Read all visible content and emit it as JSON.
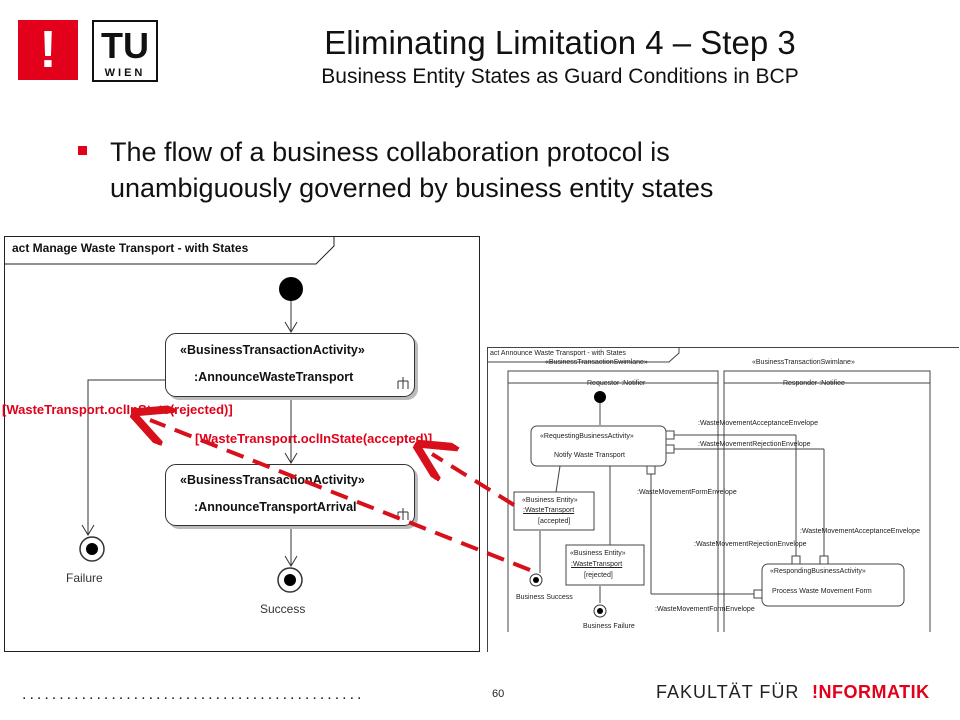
{
  "header": {
    "logo_exclaim": "!",
    "logo_tu": "TU",
    "logo_wien": "WIEN",
    "title": "Eliminating Limitation 4 – Step 3",
    "subtitle": "Business Entity States as Guard Conditions in BCP"
  },
  "bullet": {
    "line1": "The flow of a business collaboration protocol is",
    "line2": "unambiguously governed by business entity states"
  },
  "left_diagram": {
    "frame_title": "act Manage Waste Transport - with States",
    "activity1": {
      "stereotype": "«BusinessTransactionActivity»",
      "name": ":AnnounceWasteTransport"
    },
    "activity2": {
      "stereotype": "«BusinessTransactionActivity»",
      "name": ":AnnounceTransportArrival"
    },
    "guard_rejected": "[WasteTransport.oclInState(rejected)]",
    "guard_accepted": "[WasteTransport.oclInState(accepted)]",
    "final_failure": "Failure",
    "final_success": "Success"
  },
  "right_diagram": {
    "frame_title": "act Announce Waste Transport - with States",
    "swimlane_stereo_1": "«BusinessTransactionSwimlane»",
    "swimlane_stereo_2": "«BusinessTransactionSwimlane»",
    "lane_requestor": "Requestor :Notifier",
    "lane_responder": "Responder :Notifiee",
    "requesting_stereo": "«RequestingBusinessActivity»",
    "requesting_name": "Notify Waste Transport",
    "responding_stereo": "«RespondingBusinessActivity»",
    "responding_name": "Process Waste Movement Form",
    "entity_accepted": {
      "stereo": "«Business Entity»",
      "name": ":WasteTransport",
      "state": "[accepted]"
    },
    "entity_rejected": {
      "stereo": "«Business Entity»",
      "name": ":WasteTransport",
      "state": "[rejected]"
    },
    "env_accept_1": ":WasteMovementAcceptanceEnvelope",
    "env_reject_1": ":WasteMovementRejectionEnvelope",
    "env_form_1": ":WasteMovementFormEnvelope",
    "env_accept_2": ":WasteMovementAcceptanceEnvelope",
    "env_reject_2": ":WasteMovementRejectionEnvelope",
    "env_form_2": ":WasteMovementFormEnvelope",
    "final_success": "Business Success",
    "final_failure": "Business Failure"
  },
  "footer": {
    "dots": "..............................................",
    "page": "60",
    "faculty": "FAKULTÄT FÜR",
    "informatik": "!NFORMATIK"
  },
  "colors": {
    "accent_red": "#e2001a",
    "dashed_arrow": "#d8101c"
  }
}
